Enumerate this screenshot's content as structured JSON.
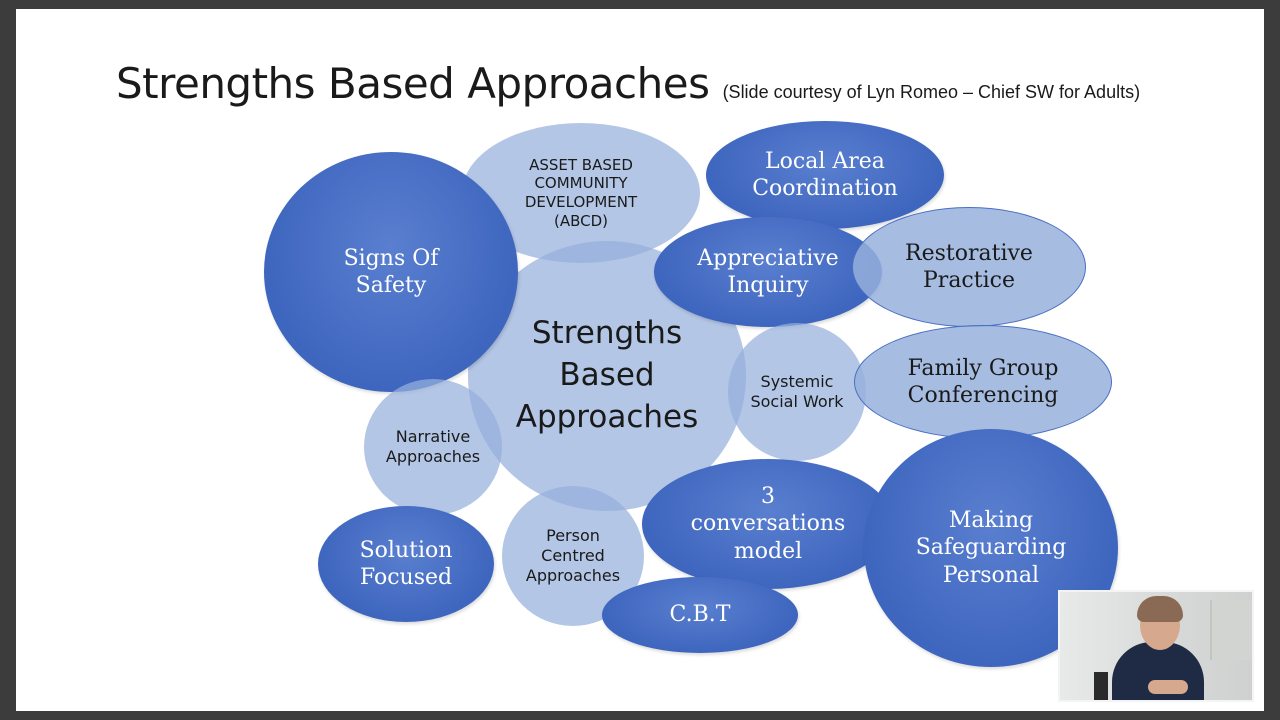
{
  "slide": {
    "title": "Strengths Based Approaches",
    "credit": "(Slide courtesy of Lyn Romeo – Chief SW for Adults)"
  },
  "diagram": {
    "center": "Strengths\nBased\nApproaches",
    "abcd": "ASSET BASED\nCOMMUNITY\nDEVELOPMENT\n(ABCD)",
    "local_area": "Local Area\nCoordination",
    "signs_of_safety": "Signs Of\nSafety",
    "appreciative": "Appreciative\nInquiry",
    "restorative": "Restorative\nPractice",
    "systemic": "Systemic\nSocial Work",
    "family_group": "Family Group\nConferencing",
    "narrative": "Narrative\nApproaches",
    "three_conv": "3\nconversations\nmodel",
    "making_safeguarding": "Making\nSafeguarding\nPersonal",
    "solution": "Solution\nFocused",
    "person_centred": "Person\nCentred\nApproaches",
    "cbt": "C.B.T"
  },
  "colors": {
    "dark_bubble": "#3e66be",
    "light_bubble": "#96b0dc",
    "slide_bg": "#ffffff",
    "frame_bg": "#3c3c3c"
  }
}
